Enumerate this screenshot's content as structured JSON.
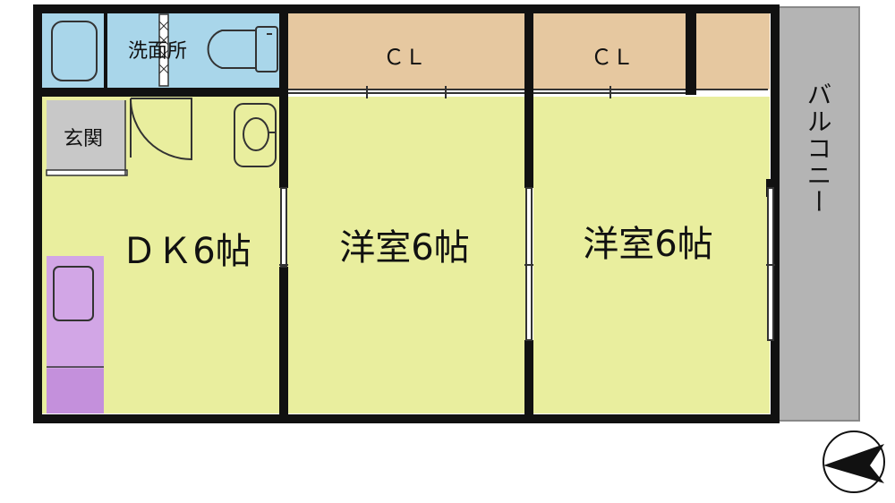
{
  "rooms": {
    "washroom": "洗面所",
    "entrance": "玄関",
    "dk": "ＤＫ6帖",
    "western1": "洋室6帖",
    "western2": "洋室6帖",
    "closet1": "ＣＬ",
    "closet2": "ＣＬ",
    "balcony": "バルコニー"
  },
  "colors": {
    "wall": "#111111",
    "wet_area": "#a9d6ea",
    "closet": "#e6c8a0",
    "room_floor": "#e9ee9e",
    "entrance": "#c8c8c8",
    "kitchen": "#d2a6e6",
    "balcony": "#b4b4b4"
  },
  "icons": {
    "compass": "north-arrow-icon",
    "bath": "bathtub-icon",
    "toilet": "toilet-icon",
    "sink": "sink-icon",
    "stove": "stove-icon"
  }
}
